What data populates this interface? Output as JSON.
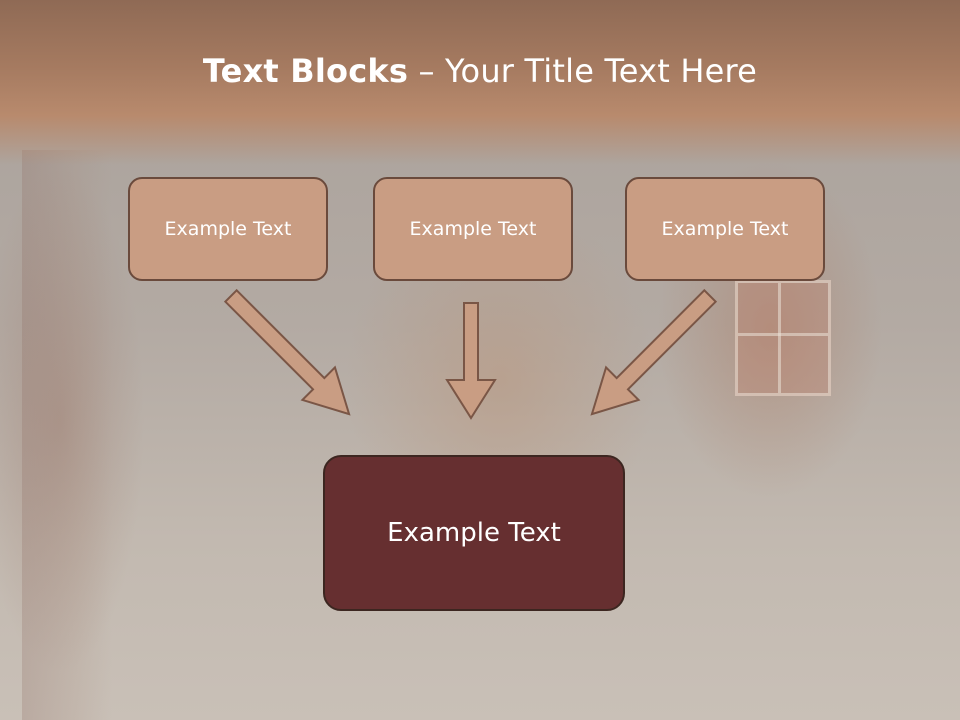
{
  "slide": {
    "title_bold": "Text Blocks",
    "title_rest": " – Your Title Text Here"
  },
  "blocks": [
    {
      "label": "Example Text"
    },
    {
      "label": "Example Text"
    },
    {
      "label": "Example Text"
    }
  ],
  "target": {
    "label": "Example Text"
  },
  "colors": {
    "header": "#a57a60",
    "small_box_fill": "#c99d83",
    "small_box_border": "#6a4a3c",
    "big_box_fill": "#662f30",
    "arrow_fill": "#c99d83",
    "arrow_stroke": "#7a5646"
  }
}
